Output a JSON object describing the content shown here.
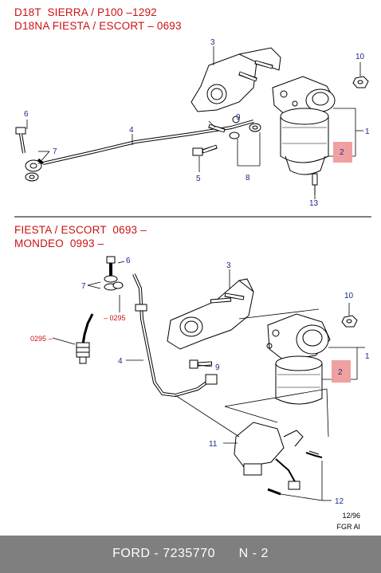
{
  "section1": {
    "header_line1": "D18T  SIERRA / P100 –1292",
    "header_line2": "D18NA FIESTA / ESCORT – 0693"
  },
  "section2": {
    "header_line1": "FIESTA / ESCORT  0693 –",
    "header_line2": "MONDEO  0993 –"
  },
  "callouts_top": {
    "n1": "1",
    "n2": "2",
    "n3": "3",
    "n4": "4",
    "n5": "5",
    "n6": "6",
    "n7": "7",
    "n8": "8",
    "n9": "9",
    "n10": "10",
    "n13": "13"
  },
  "callouts_bottom": {
    "n1": "1",
    "n2": "2",
    "n3": "3",
    "n4": "4",
    "n6": "6",
    "n7": "7",
    "n9": "9",
    "n10": "10",
    "n11": "11",
    "n12": "12",
    "date_left": "– 0295",
    "date_right": "0295 –"
  },
  "stamp": {
    "date": "12/96",
    "code": "FGR  AI"
  },
  "footer": {
    "text": "FORD - 7235770      N - 2"
  },
  "colors": {
    "highlight": "#f0a0a0",
    "header": "#cc1111",
    "callout": "#1a2a8a",
    "footer_bg": "#7f7f7f"
  }
}
